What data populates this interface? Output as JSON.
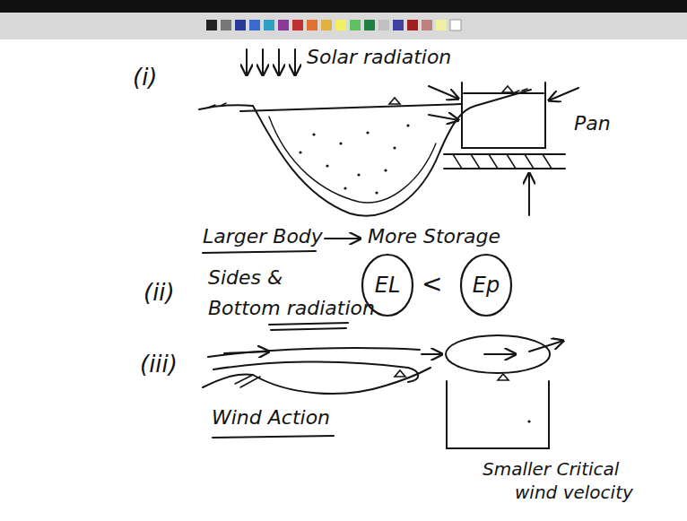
{
  "diagram": {
    "nodes": [
      {
        "text": [
          "EL"
        ]
      },
      {
        "text": [
          "Ep"
        ]
      }
    ],
    "labels": [
      "(i)",
      "Solar radiation",
      "Pan",
      "Larger Body",
      "More Storage",
      "(ii)",
      "Sides &",
      "Bottom radiation",
      "<",
      "(iii)",
      "Wind Action",
      "Smaller Critical",
      "wind velocity"
    ]
  }
}
